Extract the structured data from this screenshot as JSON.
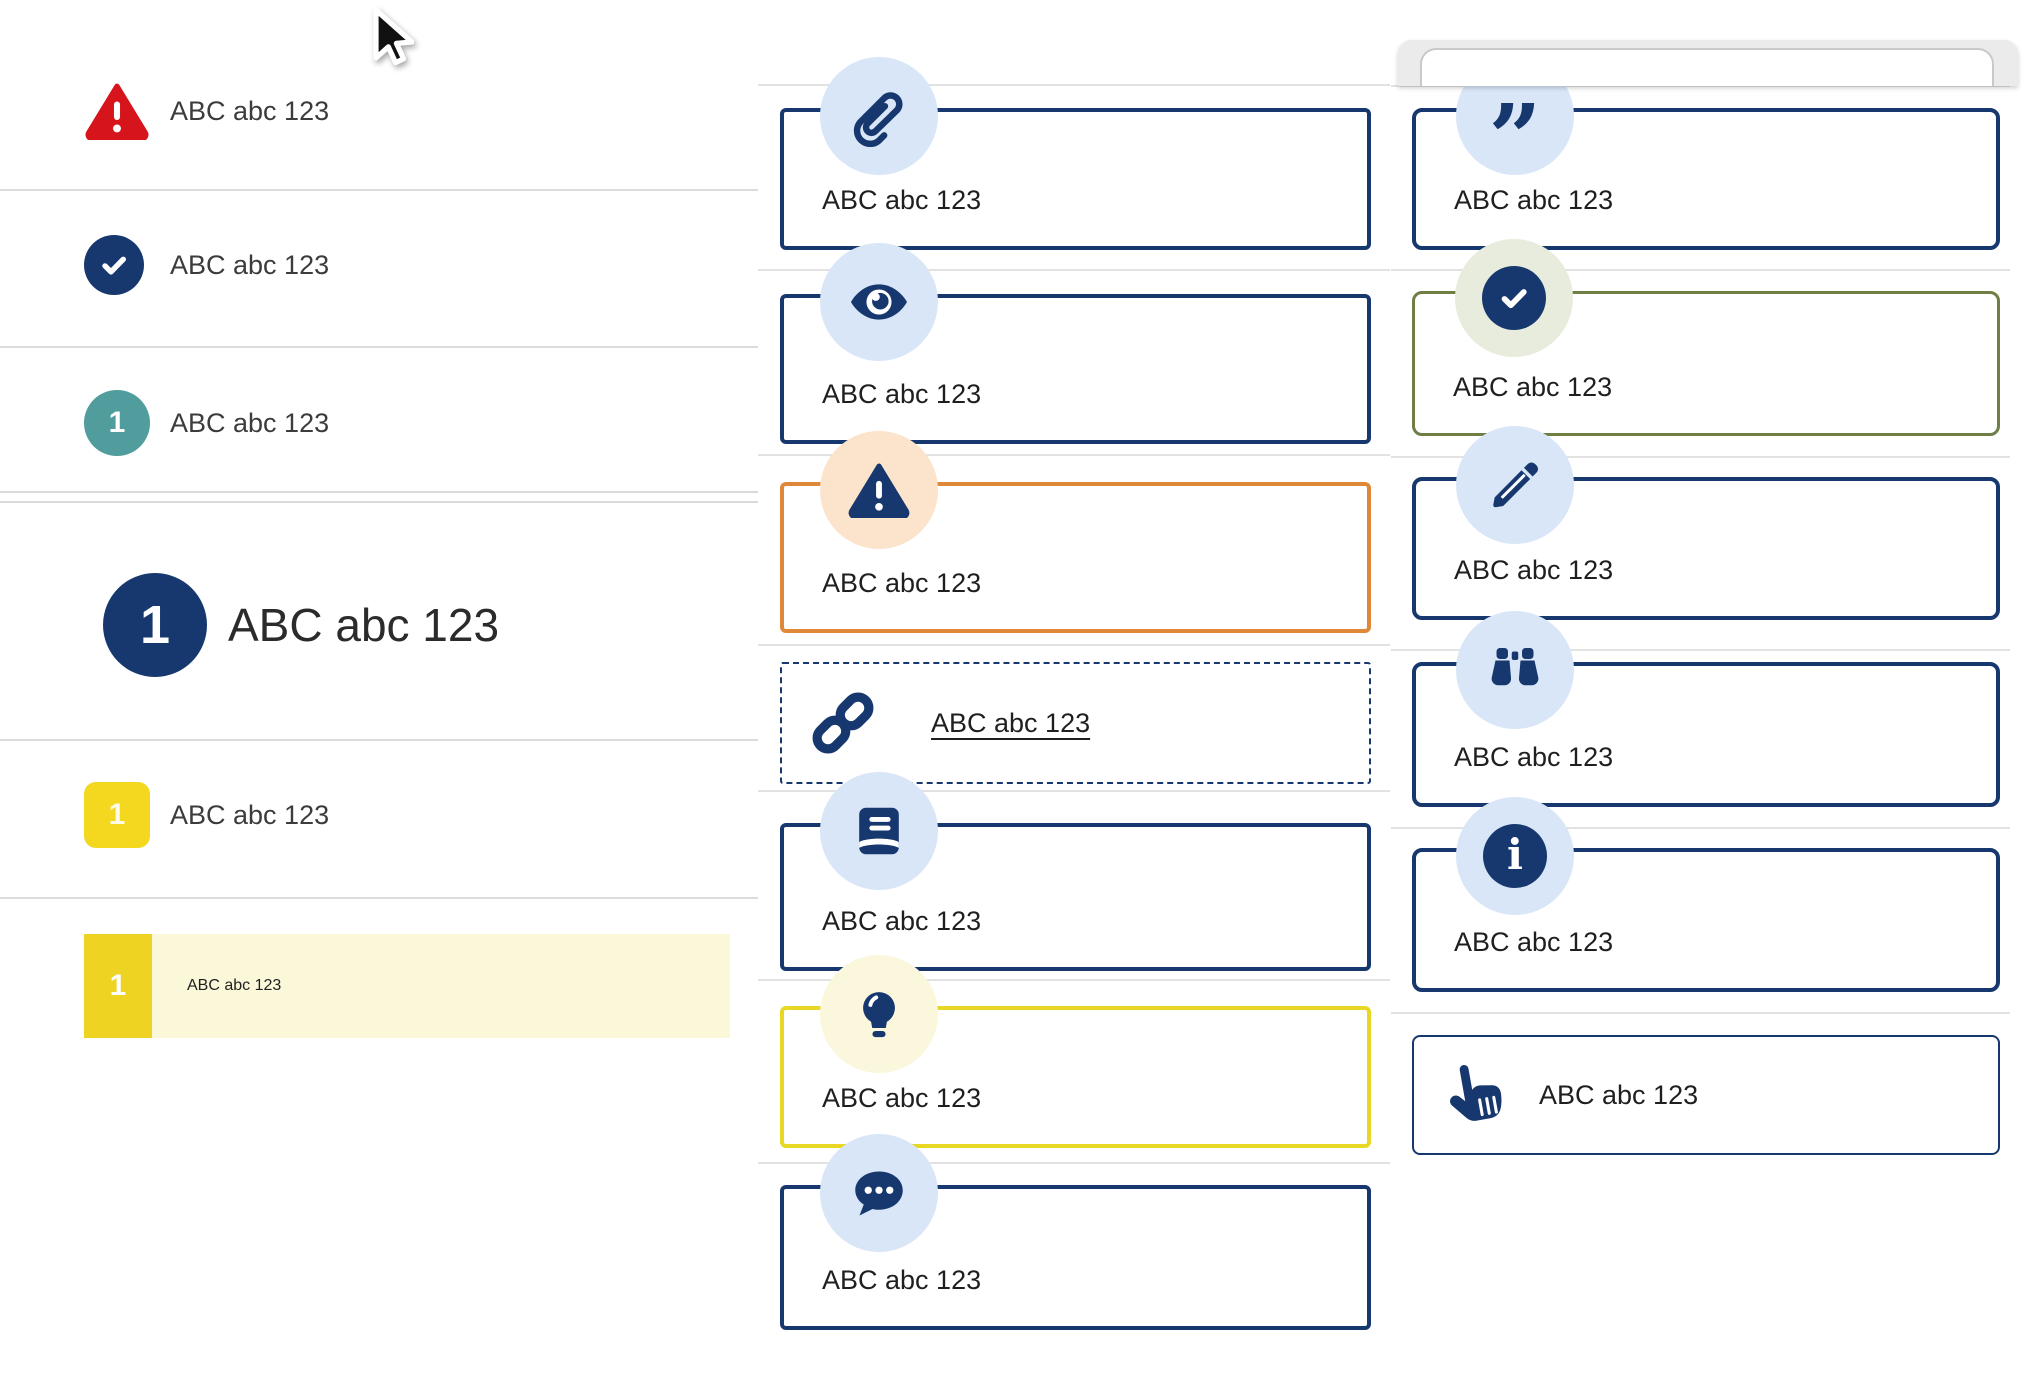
{
  "colors": {
    "brand_navy": "#17386e",
    "accent_orange": "#e0883a",
    "accent_yellow": "#e9d823",
    "accent_olive": "#6e7e45",
    "accent_teal": "#519c9c",
    "accent_red": "#d6141c",
    "badge_blue": "#d9e6f8",
    "badge_peach": "#fbe3cc",
    "badge_green": "#e7ecdc",
    "badge_pale_yellow": "#faf7dd",
    "yellow_square": "#f3d81f",
    "highlight_row_bg": "#fbf8d9",
    "highlight_square": "#eed323",
    "divider": "#dcdcdc"
  },
  "cursor": {
    "icon": "arrow-cursor"
  },
  "window_peek": {
    "icon": "window-top-edge"
  },
  "left_list": {
    "items": [
      {
        "icon": "alert-triangle-icon",
        "label": "ABC abc 123"
      },
      {
        "icon": "check-circle-icon",
        "label": "ABC abc 123"
      },
      {
        "icon": "teal-number-badge",
        "badge": "1",
        "label": "ABC abc 123"
      },
      {
        "icon": "large-navy-number-badge",
        "badge": "1",
        "label": "ABC abc 123"
      },
      {
        "icon": "yellow-number-square",
        "badge": "1",
        "label": "ABC abc 123"
      },
      {
        "icon": "yellow-number-square",
        "badge": "1",
        "label": "ABC abc 123",
        "highlighted": true
      }
    ]
  },
  "middle_list": {
    "items": [
      {
        "icon": "paperclip-icon",
        "label": "ABC abc 123",
        "style": "navy"
      },
      {
        "icon": "eye-icon",
        "label": "ABC abc 123",
        "style": "navy"
      },
      {
        "icon": "warning-triangle-icon",
        "label": "ABC abc 123",
        "style": "orange"
      },
      {
        "icon": "link-icon",
        "label": "ABC abc 123",
        "style": "dashed-link"
      },
      {
        "icon": "book-icon",
        "label": "ABC abc 123",
        "style": "navy"
      },
      {
        "icon": "lightbulb-icon",
        "label": "ABC abc 123",
        "style": "yellow"
      },
      {
        "icon": "speech-bubble-icon",
        "label": "ABC abc 123",
        "style": "navy"
      }
    ]
  },
  "right_list": {
    "items": [
      {
        "icon": "quote-icon",
        "glyph": "”",
        "label": "ABC abc 123",
        "style": "navy"
      },
      {
        "icon": "check-circle-icon",
        "label": "ABC abc 123",
        "style": "olive"
      },
      {
        "icon": "pencil-icon",
        "label": "ABC abc 123",
        "style": "navy"
      },
      {
        "icon": "binoculars-icon",
        "label": "ABC abc 123",
        "style": "navy"
      },
      {
        "icon": "info-circle-icon",
        "glyph": "i",
        "label": "ABC abc 123",
        "style": "navy"
      },
      {
        "icon": "hand-pointer-icon",
        "label": "ABC abc 123",
        "style": "navy-thin"
      }
    ]
  }
}
